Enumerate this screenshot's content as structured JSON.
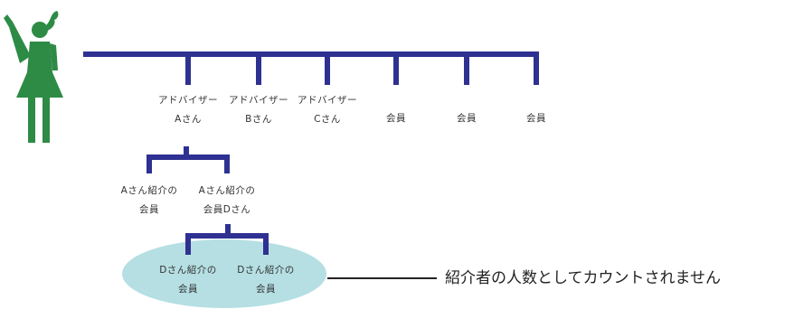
{
  "nodes": {
    "advisor_a": {
      "line1": "アドバイザー",
      "line2": "Aさん"
    },
    "advisor_b": {
      "line1": "アドバイザー",
      "line2": "Bさん"
    },
    "advisor_c": {
      "line1": "アドバイザー",
      "line2": "Cさん"
    },
    "member_1": {
      "line1": "会員"
    },
    "member_2": {
      "line1": "会員"
    },
    "member_3": {
      "line1": "会員"
    },
    "a_referral_1": {
      "line1": "Aさん紹介の",
      "line2": "会員"
    },
    "a_referral_d": {
      "line1": "Aさん紹介の",
      "line2": "会員Dさん"
    },
    "d_referral_1": {
      "line1": "Dさん紹介の",
      "line2": "会員"
    },
    "d_referral_2": {
      "line1": "Dさん紹介の",
      "line2": "会員"
    }
  },
  "note": "紹介者の人数としてカウントされません",
  "colors": {
    "person": "#2e8b45",
    "connector": "#2e3192",
    "highlight": "#b5dfe3",
    "note_line": "#222222"
  },
  "icons": {
    "person": "person-raising-hand-icon"
  }
}
